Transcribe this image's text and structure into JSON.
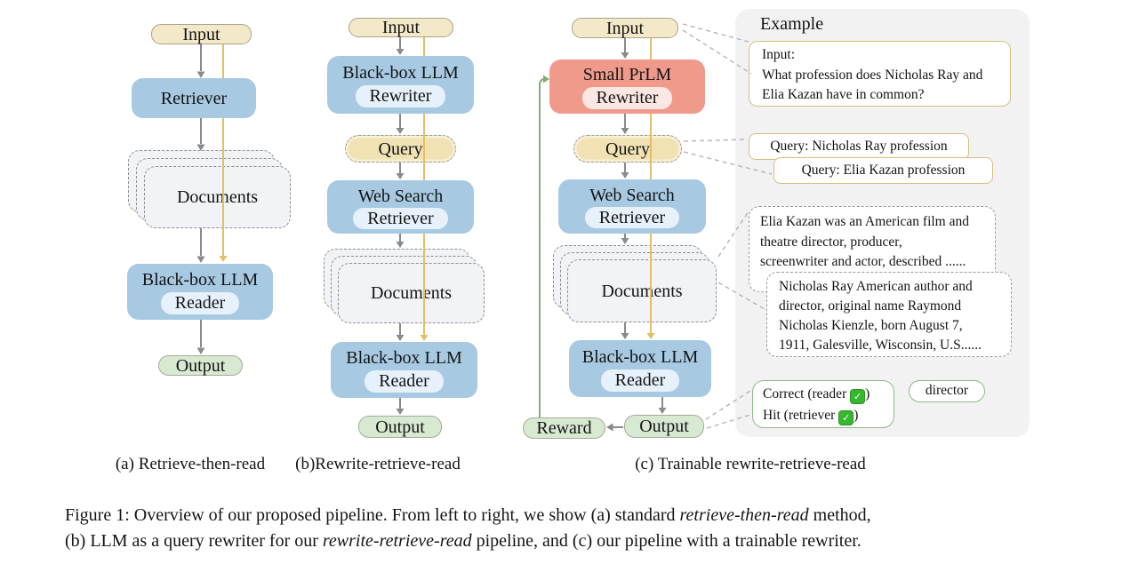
{
  "pipelines": {
    "a": {
      "label": "(a) Retrieve-then-read",
      "input": "Input",
      "retriever": "Retriever",
      "documents": "Documents",
      "reader_line1": "Black-box LLM",
      "reader_line2": "Reader",
      "output": "Output"
    },
    "b": {
      "label": "(b)Rewrite-retrieve-read",
      "input": "Input",
      "rewriter_line1": "Black-box LLM",
      "rewriter_line2": "Rewriter",
      "query": "Query",
      "retriever_line1": "Web Search",
      "retriever_line2": "Retriever",
      "documents": "Documents",
      "reader_line1": "Black-box LLM",
      "reader_line2": "Reader",
      "output": "Output"
    },
    "c": {
      "label": "(c) Trainable rewrite-retrieve-read",
      "input": "Input",
      "rewriter_line1": "Small PrLM",
      "rewriter_line2": "Rewriter",
      "query": "Query",
      "retriever_line1": "Web Search",
      "retriever_line2": "Retriever",
      "documents": "Documents",
      "reader_line1": "Black-box LLM",
      "reader_line2": "Reader",
      "output": "Output",
      "reward": "Reward"
    }
  },
  "example": {
    "title": "Example",
    "input_box": {
      "line1": "Input:",
      "line2": "What profession does Nicholas Ray and",
      "line3": "Elia Kazan have in common?"
    },
    "query_box_1": "Query: Nicholas Ray profession",
    "query_box_2": "Query: Elia Kazan profession",
    "doc_box_1": {
      "line1": "Elia Kazan was an American film and",
      "line2": "theatre director, producer,",
      "line3": "screenwriter and actor, described ......"
    },
    "doc_box_2": {
      "line1": "Nicholas Ray American author and",
      "line2": "director, original name Raymond",
      "line3": "Nicholas Kienzle, born August 7,",
      "line4": "1911, Galesville, Wisconsin, U.S......"
    },
    "result_box": {
      "line1_pre": "Correct (reader ",
      "line1_post": ")",
      "line2_pre": "Hit (retriever ",
      "line2_post": ")",
      "check": "✓"
    },
    "answer_box": "director"
  },
  "caption": {
    "line1_pre": "Figure 1:  Overview of our proposed pipeline. From left to right, we show (a) standard ",
    "line1_italic": "retrieve-then-read",
    "line1_post": " method,",
    "line2_pre": "(b) LLM as a query rewriter for our ",
    "line2_italic": "rewrite-retrieve-read",
    "line2_post": " pipeline, and (c) our pipeline with a trainable rewriter."
  },
  "colors": {
    "node_blue": "#a7c9e2",
    "node_salmon": "#f09a8c",
    "node_cream": "#f3e9c9",
    "node_green": "#d8e9d2",
    "query_tan": "#f1e2b4",
    "flow_yellow": "#e4bf63",
    "flow_gray": "#8a8a8a",
    "reward_green": "#7fae73",
    "panel_gray": "#f2f2f3",
    "example_tan_border": "#d8be7d",
    "example_green_border": "#8cba84"
  }
}
